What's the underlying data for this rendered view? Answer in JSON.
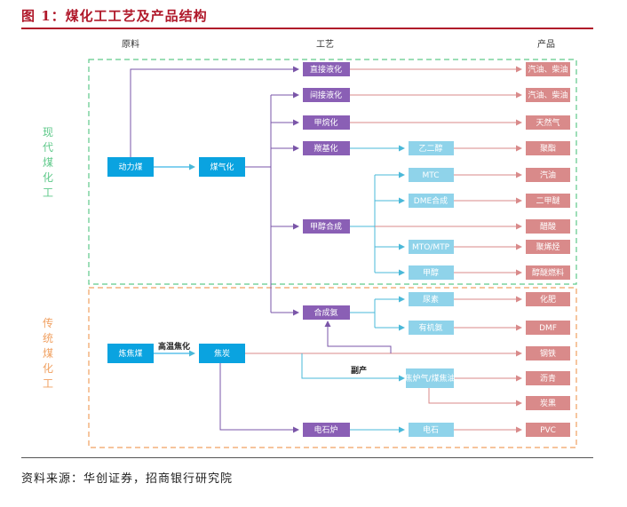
{
  "figure_title": "图 1：煤化工工艺及产品结构",
  "source": "资料来源：华创证券，招商银行研究院",
  "colors": {
    "title": "#b0182a",
    "modern_border": "#5fc98a",
    "traditional_border": "#f0a060",
    "feed_box": "#0aa3e0",
    "process_box": "#8a5fb5",
    "intermediate_box": "#8fd3ea",
    "product_box": "#d98a8a",
    "arrow_purple": "#7a55a8",
    "arrow_cyan": "#4ab8d8",
    "arrow_red": "#d98a8a"
  },
  "headers": {
    "raw": "原料",
    "process": "工艺",
    "product": "产品"
  },
  "groups": {
    "modern": "现代煤化工",
    "traditional": "传统煤化工"
  },
  "nodes": {
    "power_coal": "动力煤",
    "gasification": "煤气化",
    "direct_liq": "直接液化",
    "indirect_liq": "间接液化",
    "methanation": "甲烷化",
    "carbonylation": "羰基化",
    "methanol_syn": "甲醇合成",
    "ammonia_syn": "合成氨",
    "coking_coal": "炼焦煤",
    "coke": "焦炭",
    "carbide_furnace": "电石炉",
    "ethylene_glycol": "乙二醇",
    "mtc": "MTC",
    "dme_syn": "DME合成",
    "mto_mtp": "MTO/MTP",
    "methanol": "甲醇",
    "urea": "尿素",
    "organic_ammonia": "有机氨",
    "coke_oven_gas": "焦炉气/煤焦油",
    "calcium_carbide": "电石",
    "p_gasoline_diesel_1": "汽油、柴油",
    "p_gasoline_diesel_2": "汽油、柴油",
    "p_natural_gas": "天然气",
    "p_polyester": "聚酯",
    "p_gasoline": "汽油",
    "p_dme": "二甲醚",
    "p_acetic_acid": "醋酸",
    "p_polyolefin": "聚烯烃",
    "p_methanol_fuel": "醇醚燃料",
    "p_fertilizer": "化肥",
    "p_dmf": "DMF",
    "p_steel": "钢铁",
    "p_asphalt": "沥青",
    "p_carbon_black": "炭黑",
    "p_pvc": "PVC"
  },
  "edge_labels": {
    "high_temp_coking": "高温焦化",
    "byproduct": "副产"
  }
}
